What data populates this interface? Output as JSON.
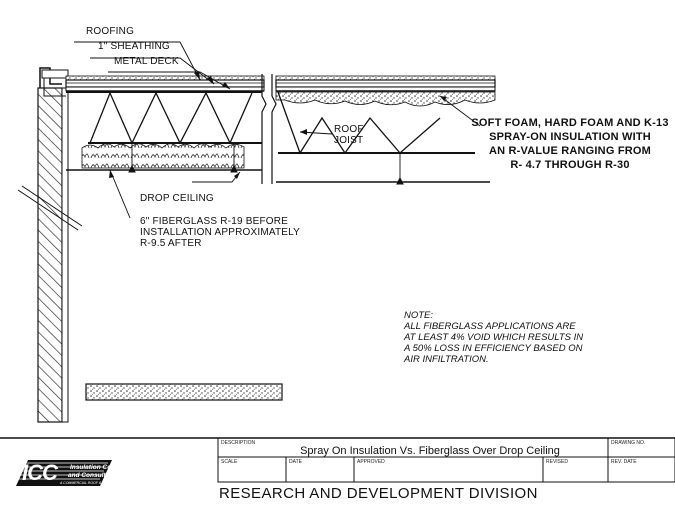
{
  "labels": {
    "roofing": "ROOFING",
    "sheathing": "1\" SHEATHING",
    "metal_deck": "METAL DECK",
    "roof_joist": [
      "ROOF",
      "JOIST"
    ],
    "foam": [
      "SOFT FOAM, HARD FOAM AND K-13",
      "SPRAY-ON INSULATION WITH",
      "AN R-VALUE RANGING FROM",
      "R- 4.7 THROUGH R-30"
    ],
    "drop_ceiling": "DROP CEILING",
    "fiberglass": [
      "6\" FIBERGLASS R-19 BEFORE",
      "INSTALLATION APPROXIMATELY",
      "R-9.5 AFTER"
    ]
  },
  "note": {
    "heading": "NOTE:",
    "lines": [
      "ALL FIBERGLASS APPLICATIONS ARE",
      "AT LEAST 4% VOID WHICH RESULTS IN",
      "A 50% LOSS IN EFFICIENCY BASED ON",
      "AIR INFILTRATION."
    ]
  },
  "title_block": {
    "description_label": "DESCRIPTION",
    "description": "Spray On Insulation Vs. Fiberglass Over Drop Ceiling",
    "drawing_no_label": "DRAWING NO.",
    "scale_label": "SCALE",
    "date_label": "DATE",
    "approved_label": "APPROVED",
    "revised_label": "REVISED",
    "rev_date_label": "REV. DATE",
    "division": "RESEARCH AND DEVELOPMENT DIVISION"
  },
  "logo": {
    "initials": "ICC",
    "name_line1": "Insulation Coatings",
    "name_line2": "and Consultants",
    "tagline": "A COMMERCIAL ROOF & RESTORATION GROUP"
  }
}
